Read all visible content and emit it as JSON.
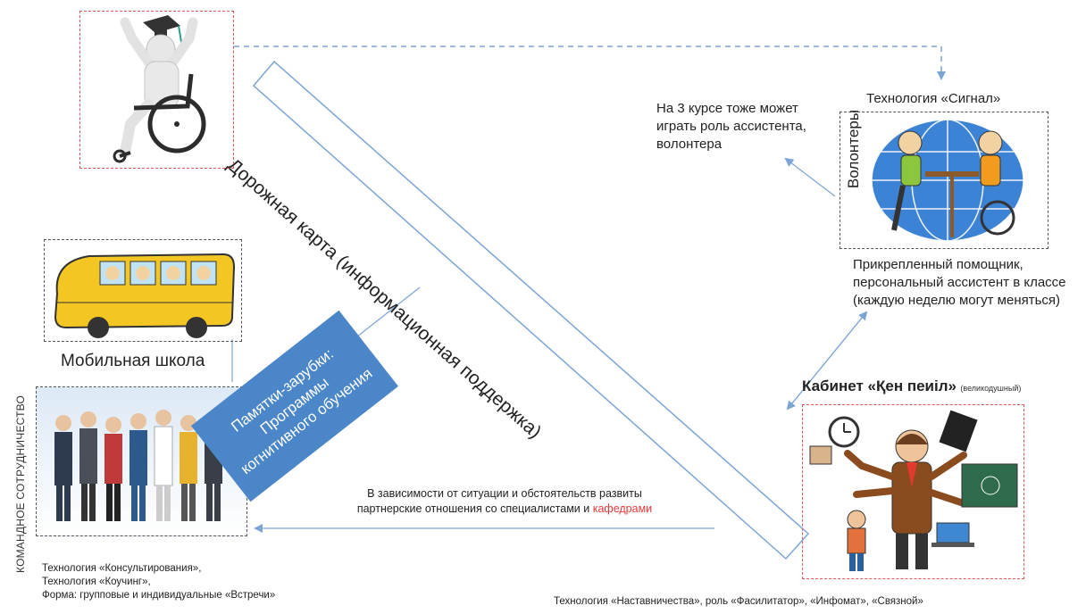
{
  "road_map_label": "Дорожная карта (информационная поддержка)",
  "signal": {
    "title": "Технология «Сигнал»",
    "volunteers_label": "Волонтеры",
    "note": "На 3 курсе тоже может играть роль ассистента, волонтера",
    "note_lines": [
      "На 3 курсе тоже может",
      "играть роль ассистента,",
      "волонтера"
    ],
    "assistant_lines": [
      "Прикрепленный помощник,",
      "персональный ассистент в классе",
      "(каждую неделю могут меняться)"
    ]
  },
  "mobile_school": "Мобильная школа",
  "team_label": "КОМАНДНОЕ СОТРУДНИЧЕСТВО",
  "memo": {
    "line1": "Памятки-зарубки:",
    "line2": "Программы",
    "line3": "когнитивного обучения"
  },
  "partnership": {
    "line1": "В зависимости от ситуации и обстоятельств развиты",
    "line2_prefix": "партнерские отношения со специалистами и",
    "line2_highlight": "кафедрами"
  },
  "cabinet": {
    "title": "Кабинет «Қен пеиіл»",
    "subtitle": "(великодушный)"
  },
  "left_tech": {
    "line1": "Технология «Консультирования»,",
    "line2": "Технология «Коучинг»,",
    "line3": "Форма: групповые и индивидуальные «Встречи»"
  },
  "bottom_tech": "Технология «Наставничества», роль «Фасилитатор», «Инфомат», «Связной»",
  "colors": {
    "arrow": "#7aa5d6",
    "memo_box": "#4a86c8",
    "red_dash": "#e05555",
    "highlight": "#e63a3a"
  }
}
